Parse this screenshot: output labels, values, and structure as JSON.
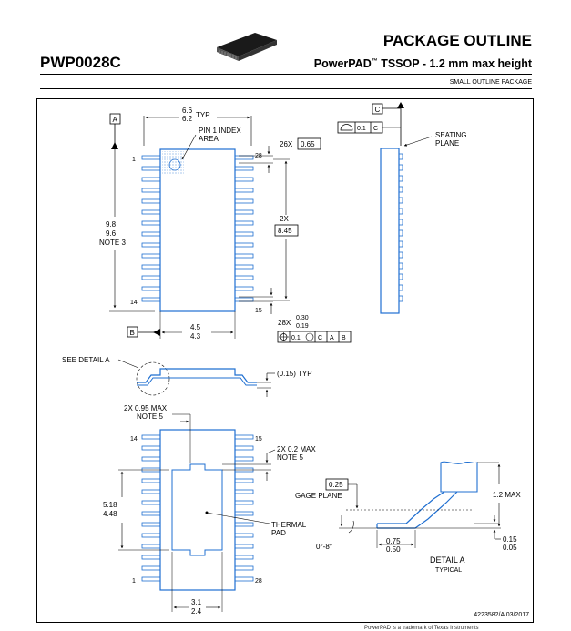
{
  "header": {
    "package_name": "PWP0028C",
    "title": "PACKAGE OUTLINE",
    "subtitle_prefix": "PowerPAD",
    "subtitle_tm": "™",
    "subtitle_suffix": " TSSOP - 1.2 mm max height",
    "category": "SMALL OUTLINE PACKAGE"
  },
  "top_view": {
    "datum_a": "A",
    "datum_b": "B",
    "width_max": "6.6",
    "width_min": "6.2",
    "width_typ": "TYP",
    "pin1_index_line1": "PIN 1 INDEX",
    "pin1_index_line2": "AREA",
    "pitch_count": "26X",
    "pitch_value": "0.65",
    "length_max": "9.8",
    "length_min": "9.6",
    "length_note": "NOTE 3",
    "span_count": "2X",
    "span_value": "8.45",
    "body_width_max": "4.5",
    "body_width_min": "4.3",
    "lead_width_count": "28X",
    "lead_width_max": "0.30",
    "lead_width_min": "0.19",
    "position_tolerance": "0.1",
    "position_refs": [
      "C",
      "A",
      "B"
    ],
    "pin_1": "1",
    "pin_14": "14",
    "pin_15": "15",
    "pin_28": "28"
  },
  "side_view": {
    "datum_c": "C",
    "flatness_value": "0.1",
    "flatness_ref": "C",
    "seating_line1": "SEATING",
    "seating_line2": "PLANE"
  },
  "detail_view": {
    "see_detail": "SEE DETAIL A",
    "standoff": "(0.15) TYP"
  },
  "bottom_view": {
    "exposed_pad_length": "2X 0.95 MAX",
    "exposed_pad_length_note": "NOTE 5",
    "exposed_pad_width": "2X 0.2 MAX",
    "exposed_pad_width_note": "NOTE 5",
    "pad_length_max": "5.18",
    "pad_length_min": "4.48",
    "thermal_line1": "THERMAL",
    "thermal_line2": "PAD",
    "pad_width_max": "3.1",
    "pad_width_min": "2.4",
    "pin_1": "1",
    "pin_14": "14",
    "pin_15": "15",
    "pin_28": "28"
  },
  "detail_a": {
    "gage_value": "0.25",
    "gage_label": "GAGE PLANE",
    "height_max": "1.2 MAX",
    "angle": "0°-8°",
    "foot_max": "0.75",
    "foot_min": "0.50",
    "standoff_max": "0.15",
    "standoff_min": "0.05",
    "title": "DETAIL A",
    "subtitle": "TYPICAL"
  },
  "footer": {
    "doc_number": "4223582/A   03/2017",
    "note": "PowerPAD is a trademark of Texas Instruments"
  },
  "colors": {
    "outline": "#1f6fd1",
    "dimension": "#000000",
    "background": "#ffffff"
  }
}
